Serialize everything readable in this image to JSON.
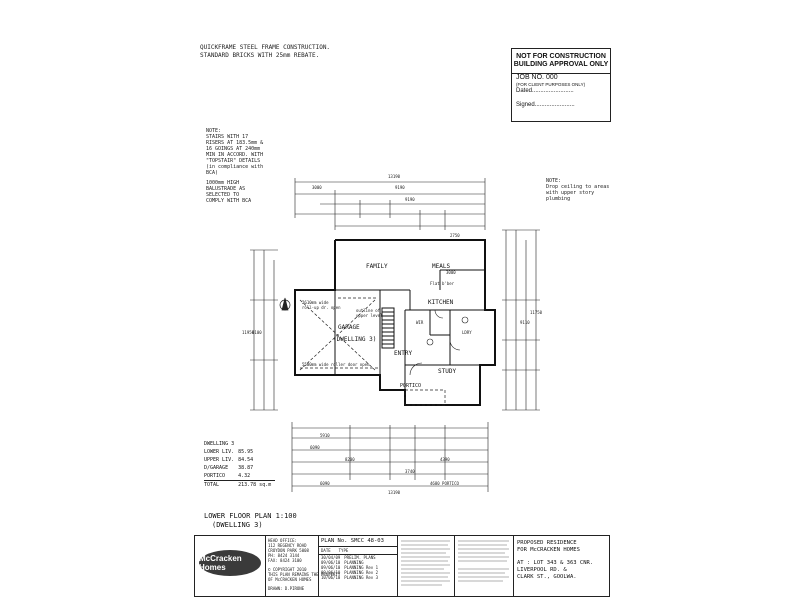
{
  "header": {
    "line1": "QUICKFRAME STEEL FRAME CONSTRUCTION.",
    "line2": "STANDARD BRICKS WITH 25mm REBATE."
  },
  "stamp": {
    "title1": "NOT FOR CONSTRUCTION",
    "title2": "BUILDING APPROVAL ONLY",
    "job": "JOB NO. 000",
    "client": "(FOR CLIENT PURPOSES ONLY)",
    "dated": "Dated.........................",
    "signed": "Signed........................"
  },
  "notes": {
    "left": "NOTE:\nSTAIRS WITH 17\nRISERS AT 183.5mm &\n16 GOINGS AT 240mm\nMIN IN ACCORD. WITH\n\"TOPSTAIR\" DETAILS\n(in compliance with\nBCA)",
    "balustrade": "1000mm HIGH\nBALUSTRADE AS\nSELECTED TO\nCOMPLY WITH BCA",
    "right": "NOTE:\nDrop ceiling to areas\nwith upper story\nplumbing"
  },
  "dims": {
    "top_overall": "13190",
    "top_left": "3000",
    "top_mid": "9190",
    "top_second": "9190",
    "bottom_overall": "13190",
    "bottom_a": "6090",
    "bottom_b": "8200",
    "bottom_c": "4390",
    "bottom_portico": "4680 PORTICO",
    "bottom_d": "3740",
    "bottom_e": "5910",
    "bottom_f": "6090",
    "left_overall": "11950",
    "right_overall": "11750",
    "right_b": "9110",
    "left_b": "9100"
  },
  "rooms": {
    "family": "FAMILY",
    "meals": "MEALS",
    "kitchen": "KITCHEN",
    "garage": "GARAGE",
    "dwelling": "(DWELLING 3)",
    "entry": "ENTRY",
    "study": "STUDY",
    "portico": "PORTICO",
    "wir": "WIR",
    "ldry": "LDRY",
    "flat_bber": "Flat b'ber",
    "roller_top": "2610mm wide\nroll-up dr. open",
    "roller_bottom": "5500mm wide roller door open",
    "outline": "outline of\nupper level",
    "meals_dim": "3000",
    "family_dim": "2750"
  },
  "areas": {
    "title": "DWELLING 3",
    "rows": [
      {
        "label": "LOWER LIV.",
        "value": "85.95"
      },
      {
        "label": "UPPER LIV.",
        "value": "84.54"
      },
      {
        "label": "D/GARAGE",
        "value": "38.87"
      },
      {
        "label": "PORTICO",
        "value": "4.32"
      }
    ],
    "total_label": "TOTAL",
    "total_value": "213.78 sq.m"
  },
  "plan_title": {
    "line1": "LOWER FLOOR PLAN 1:100",
    "line2": "(DWELLING 3)"
  },
  "title_block": {
    "logo_text": "McCracken Homes",
    "head_office": "HEAD OFFICE:\n112 REGENCY ROAD\nCROYDON PARK 5008\nPH: 8424 3144\nFAX: 8424 3100",
    "copyright": "© COPYRIGHT 2010\nTHIS PLAN REMAINS THE PROPERTY\nOF McCRACKEN HOMES",
    "drawn": "DRAWN: D.PIRONE",
    "plan_no": "PLAN No. SMCC 48-03",
    "rev_headers": [
      "DATE",
      "TYPE"
    ],
    "rev_rows": [
      [
        "30/04/09",
        "PRELIM. PLANS"
      ],
      [
        "09/06/10",
        "PLANNING"
      ],
      [
        "09/06/10",
        "PLANNING Rev 1"
      ],
      [
        "09/06/10",
        "PLANNING Rev 2"
      ],
      [
        "10/06/10",
        "PLANNING Rev 3"
      ]
    ],
    "proposed": "PROPOSED RESIDENCE\nFOR McCRACKEN HOMES",
    "address": "AT : LOT 343 & 363 CNR.\nLIVERPOOL RD. &\nCLARK ST., GOOLWA."
  }
}
